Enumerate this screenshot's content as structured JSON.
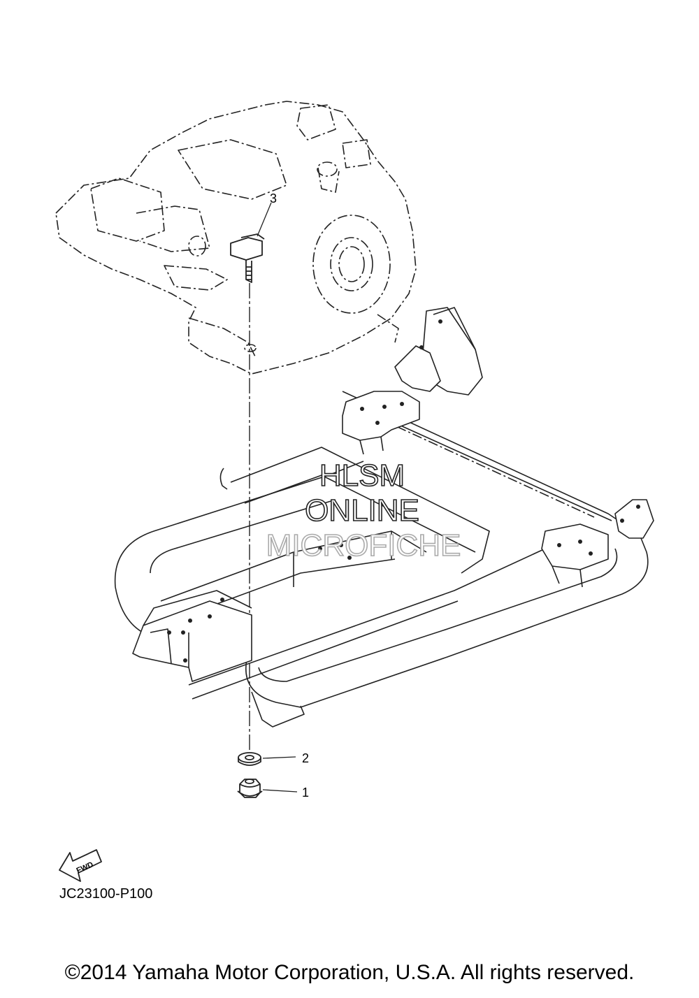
{
  "diagram": {
    "callouts": [
      {
        "label": "3"
      },
      {
        "label": "2"
      },
      {
        "label": "1"
      }
    ],
    "fwd_label": "FWD",
    "part_code": "JC23100-P100",
    "watermark": [
      "HLSM",
      "ONLINE",
      "MICROFICHE"
    ],
    "copyright": "©2014 Yamaha Motor Corporation, U.S.A. All rights reserved."
  }
}
